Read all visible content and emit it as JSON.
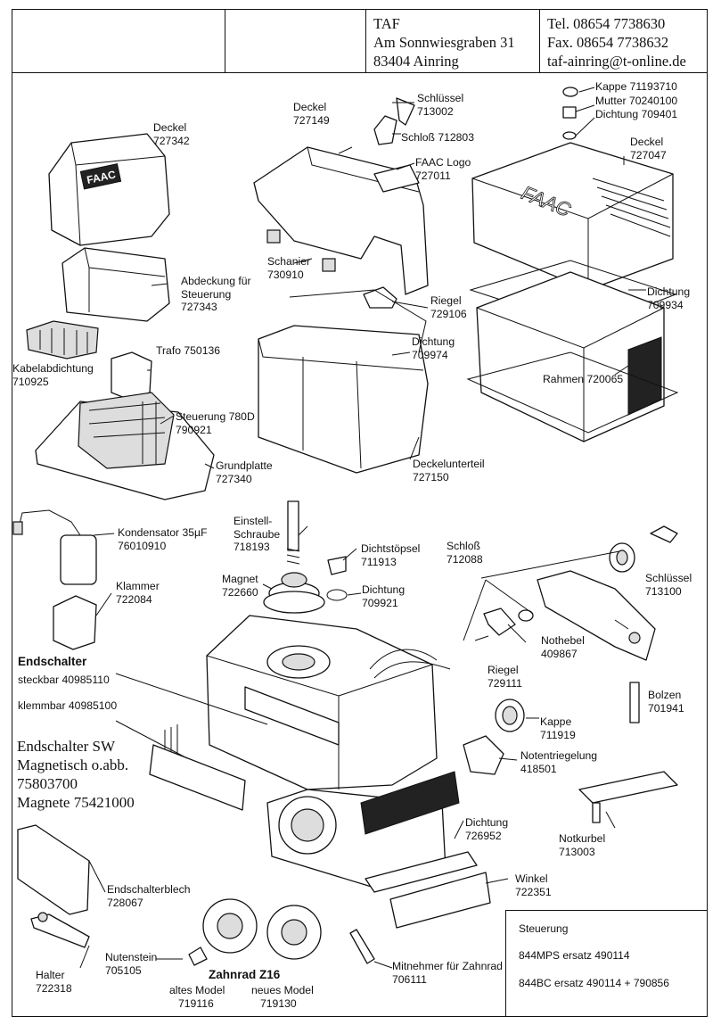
{
  "header": {
    "company_lines": [
      "TAF",
      "Am Sonnwiesgraben 31",
      "83404 Ainring"
    ],
    "contact_lines": [
      "Tel.   08654 7738630",
      "Fax.  08654 7738632",
      "taf-ainring@t-online.de"
    ]
  },
  "logos": [
    "FAAC",
    "FAAC Logo"
  ],
  "parts": {
    "deckel_727342": [
      "Deckel",
      "727342"
    ],
    "abdeckung": [
      "Abdeckung für",
      "Steuerung",
      "727343"
    ],
    "kabelabdichtung": [
      "Kabelabdichtung",
      "710925"
    ],
    "trafo": [
      "Trafo 750136"
    ],
    "steuerung": [
      "Steuerung 780D",
      "790921"
    ],
    "grundplatte": [
      "Grundplatte",
      "727340"
    ],
    "deckel_727149": [
      "Deckel",
      "727149"
    ],
    "schluessel_713002": [
      "Schlüssel",
      "713002"
    ],
    "schloss_712803": [
      "Schloß 712803"
    ],
    "faac_logo": [
      "FAAC Logo",
      "727011"
    ],
    "schanier": [
      "Schanier",
      "730910"
    ],
    "riegel_729106": [
      "Riegel",
      "729106"
    ],
    "dichtung_709974": [
      "Dichtung",
      "709974"
    ],
    "deckelunterteil": [
      "Deckelunterteil",
      "727150"
    ],
    "kappe_71193710": [
      "Kappe 71193710"
    ],
    "mutter": [
      "Mutter 70240100"
    ],
    "dichtung_709401": [
      "Dichtung 709401"
    ],
    "deckel_727047": [
      "Deckel",
      "727047"
    ],
    "dichtung_709934": [
      "Dichtung",
      "709934"
    ],
    "rahmen": [
      "Rahmen 720065"
    ],
    "kondensator": [
      "Kondensator  35µF",
      "76010910"
    ],
    "klammer": [
      "Klammer",
      "722084"
    ],
    "einstellschraube": [
      "Einstell-",
      "Schraube",
      "718193"
    ],
    "dichtstoepsel": [
      "Dichtstöpsel",
      "711913"
    ],
    "magnet": [
      "Magnet",
      "722660"
    ],
    "dichtung_709921": [
      "Dichtung",
      "709921"
    ],
    "schloss_712088": [
      "Schloß",
      "712088"
    ],
    "schluessel_713100": [
      "Schlüssel",
      "713100"
    ],
    "riegel_729111": [
      "Riegel",
      "729111"
    ],
    "nothebel": [
      "Nothebel",
      "409867"
    ],
    "bolzen": [
      "Bolzen",
      "701941"
    ],
    "kappe_711919": [
      "Kappe",
      "711919"
    ],
    "notentriegelung": [
      "Notentriegelung",
      "418501"
    ],
    "notkurbel": [
      "Notkurbel",
      "713003"
    ],
    "dichtung_726952": [
      "Dichtung",
      "726952"
    ],
    "winkel": [
      "Winkel",
      "722351"
    ],
    "endschalterblech": [
      "Endschalterblech",
      "728067"
    ],
    "nutenstein": [
      "Nutenstein",
      "705105"
    ],
    "halter": [
      "Halter",
      "722318"
    ],
    "mitnehmer": [
      "Mitnehmer für Zahnrad",
      "706111"
    ],
    "zahnrad_title": "Zahnrad Z16",
    "zahnrad_alt": [
      "altes Model",
      "719116"
    ],
    "zahnrad_neu": [
      "neues Model",
      "719130"
    ]
  },
  "endschalter": {
    "title": "Endschalter",
    "steckbar": "steckbar  40985110",
    "klemmbar": "klemmbar 40985100"
  },
  "endschalter_sw": [
    "Endschalter SW",
    "Magnetisch o.abb.",
    "75803700",
    "Magnete 75421000"
  ],
  "steuerung_box": {
    "title": "Steuerung",
    "line1": "844MPS ersatz 490114",
    "line2": "844BC ersatz 490114 + 790856"
  }
}
